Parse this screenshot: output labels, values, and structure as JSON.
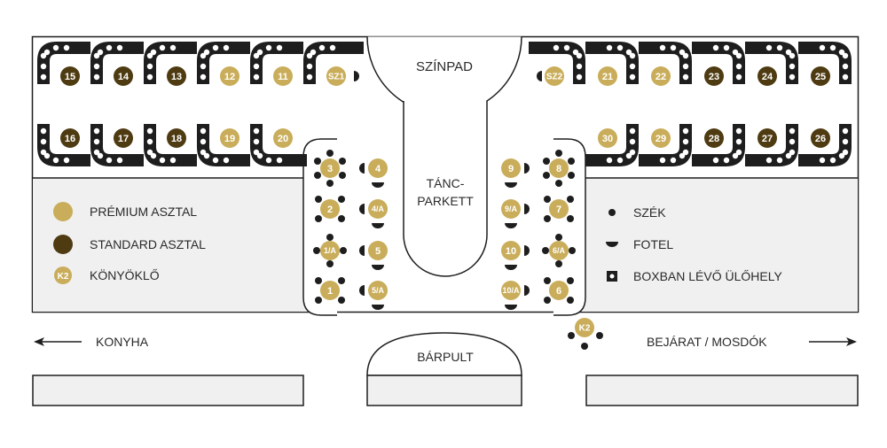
{
  "colors": {
    "premium": "#c9ad5a",
    "standard": "#4e3b12",
    "seat": "#1e1e1e",
    "area_fill": "#f0f0f1",
    "outline": "#1e1e1e",
    "text": "#2a2a2a"
  },
  "areas": {
    "stage": "SZÍNPAD",
    "dance_floor_line1": "TÁNC-",
    "dance_floor_line2": "PARKETT",
    "bar": "BÁRPULT",
    "kitchen": "KONYHA",
    "entrance": "BEJÁRAT / MOSDÓK"
  },
  "legend_left": [
    {
      "icon": "premium-table-dot",
      "label": "PRÉMIUM ASZTAL"
    },
    {
      "icon": "standard-table-dot",
      "label": "STANDARD ASZTAL"
    },
    {
      "icon": "counter-table-dot",
      "badge": "K2",
      "label": "KÖNYÖKLŐ"
    }
  ],
  "legend_right": [
    {
      "icon": "chair-icon",
      "label": "SZÉK"
    },
    {
      "icon": "armchair-icon",
      "label": "FOTEL"
    },
    {
      "icon": "booth-seat-icon",
      "label": "BOXBAN LÉVŐ ÜLŐHELY"
    }
  ],
  "booths_top_left": [
    {
      "id": "15",
      "tier": "standard"
    },
    {
      "id": "14",
      "tier": "standard"
    },
    {
      "id": "13",
      "tier": "standard"
    },
    {
      "id": "12",
      "tier": "premium"
    },
    {
      "id": "11",
      "tier": "premium"
    },
    {
      "id": "SZ1",
      "tier": "premium"
    }
  ],
  "booths_bottom_left": [
    {
      "id": "16",
      "tier": "standard"
    },
    {
      "id": "17",
      "tier": "standard"
    },
    {
      "id": "18",
      "tier": "standard"
    },
    {
      "id": "19",
      "tier": "premium"
    },
    {
      "id": "20",
      "tier": "premium"
    }
  ],
  "booths_top_right": [
    {
      "id": "SZ2",
      "tier": "premium"
    },
    {
      "id": "21",
      "tier": "premium"
    },
    {
      "id": "22",
      "tier": "premium"
    },
    {
      "id": "23",
      "tier": "standard"
    },
    {
      "id": "24",
      "tier": "standard"
    },
    {
      "id": "25",
      "tier": "standard"
    }
  ],
  "booths_bottom_right": [
    {
      "id": "30",
      "tier": "premium"
    },
    {
      "id": "29",
      "tier": "premium"
    },
    {
      "id": "28",
      "tier": "standard"
    },
    {
      "id": "27",
      "tier": "standard"
    },
    {
      "id": "26",
      "tier": "standard"
    }
  ],
  "floor_tables_left_chairs": [
    "3",
    "2",
    "1/A",
    "1"
  ],
  "floor_tables_left_armchairs": [
    "4",
    "4/A",
    "5",
    "5/A"
  ],
  "floor_tables_right_armchairs": [
    "9",
    "9/A",
    "10",
    "10/A"
  ],
  "floor_tables_right_chairs": [
    "8",
    "7",
    "6/A",
    "6"
  ],
  "counter_table": "K2"
}
